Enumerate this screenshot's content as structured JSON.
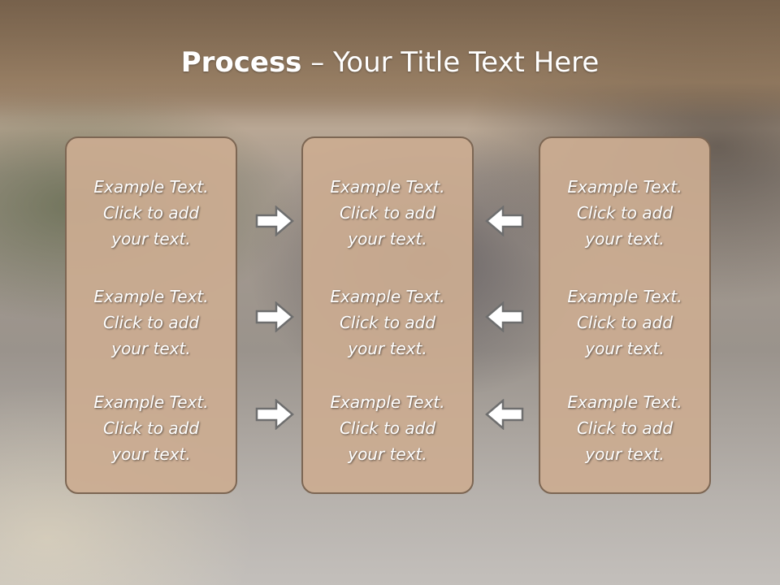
{
  "slide": {
    "title_bold": "Process",
    "title_rest": " – Your Title Text Here"
  },
  "panels": [
    {
      "blocks": [
        {
          "line1": "Example Text.",
          "line2": "Click  to add",
          "line3": "your text."
        },
        {
          "line1": "Example Text.",
          "line2": "Click  to add",
          "line3": "your text."
        },
        {
          "line1": "Example Text.",
          "line2": "Click  to add",
          "line3": "your text."
        }
      ]
    },
    {
      "blocks": [
        {
          "line1": "Example Text.",
          "line2": "Click  to add",
          "line3": "your text."
        },
        {
          "line1": "Example Text.",
          "line2": "Click  to add",
          "line3": "your text."
        },
        {
          "line1": "Example Text.",
          "line2": "Click  to add",
          "line3": "your text."
        }
      ]
    },
    {
      "blocks": [
        {
          "line1": "Example Text.",
          "line2": "Click  to add",
          "line3": "your text."
        },
        {
          "line1": "Example Text.",
          "line2": "Click  to add",
          "line3": "your text."
        },
        {
          "line1": "Example Text.",
          "line2": "Click  to add",
          "line3": "your text."
        }
      ]
    }
  ],
  "arrows": {
    "left_column_icon": "arrow-right-icon",
    "right_column_icon": "arrow-left-icon",
    "fill_color": "#ffffff",
    "stroke_color": "#6e6e6e"
  },
  "colors": {
    "panel_fill": "#cbac91",
    "panel_border": "#7c6653",
    "title_band": "#8a7058"
  }
}
